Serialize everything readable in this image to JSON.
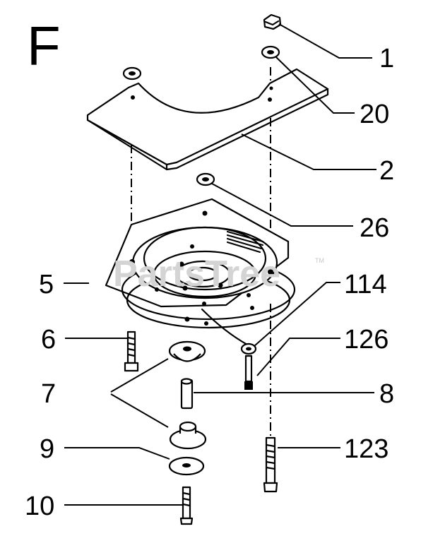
{
  "section_letter": "F",
  "watermark": {
    "text": "PartsTree",
    "mark": "TM"
  },
  "callouts": [
    {
      "id": "1",
      "label": "1"
    },
    {
      "id": "20",
      "label": "20"
    },
    {
      "id": "2",
      "label": "2"
    },
    {
      "id": "26",
      "label": "26"
    },
    {
      "id": "5",
      "label": "5"
    },
    {
      "id": "114",
      "label": "114"
    },
    {
      "id": "6",
      "label": "6"
    },
    {
      "id": "126",
      "label": "126"
    },
    {
      "id": "7",
      "label": "7"
    },
    {
      "id": "8",
      "label": "8"
    },
    {
      "id": "9",
      "label": "9"
    },
    {
      "id": "123",
      "label": "123"
    },
    {
      "id": "10",
      "label": "10"
    }
  ],
  "colors": {
    "ink": "#000000",
    "paper": "#ffffff",
    "watermark": "#d4d4d4"
  }
}
